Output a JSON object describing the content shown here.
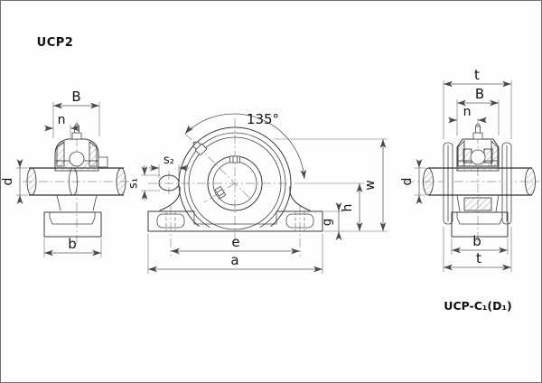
{
  "drawing": {
    "series_title": "UCP2",
    "variant_label": "UCP-C₁(D₁)",
    "colors": {
      "ink": "#3a3a3a",
      "background": "#fdfdfd",
      "dimension_line": "#585858"
    },
    "left_view": {
      "dim_B": "B",
      "dim_n": "n",
      "dim_d": "d",
      "dim_b": "b"
    },
    "front_view": {
      "angle_label": "135°",
      "dim_s2": "s₂",
      "dim_s1": "s₁",
      "dim_e": "e",
      "dim_a": "a",
      "dim_g": "g",
      "dim_h": "h",
      "dim_w": "w"
    },
    "right_view": {
      "dim_t_top": "t",
      "dim_B": "B",
      "dim_n": "n",
      "dim_d": "d",
      "dim_b": "b",
      "dim_t_bottom": "t"
    }
  }
}
